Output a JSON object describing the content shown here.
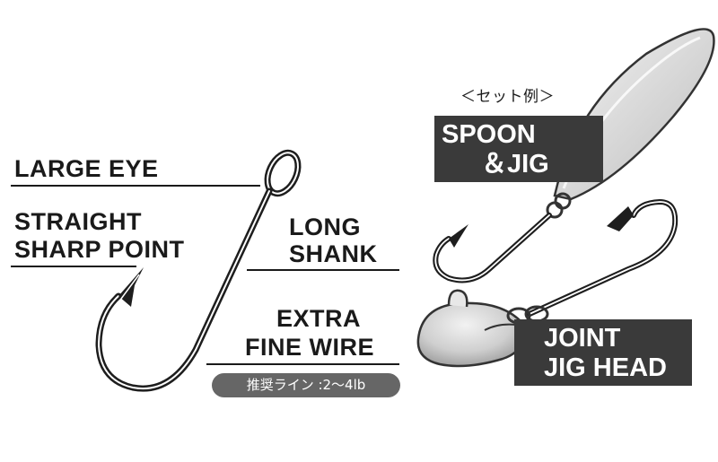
{
  "labels": {
    "large_eye": "LARGE EYE",
    "straight_line1": "STRAIGHT",
    "straight_line2": "SHARP POINT",
    "long_line1": "LONG",
    "long_line2": "SHANK",
    "extra_line1": "EXTRA",
    "extra_line2": "FINE WIRE"
  },
  "recommended_line": "推奨ライン :2～4lb",
  "set_example": "＜セット例＞",
  "spoon_jig": {
    "line1": "SPOON",
    "line2": "＆JIG"
  },
  "joint_jig_head": {
    "line1": "JOINT",
    "line2": "JIG HEAD"
  },
  "colors": {
    "text": "#1a1a1a",
    "box": "#3a3a3a",
    "pill": "#666666",
    "hook": "#222222"
  }
}
